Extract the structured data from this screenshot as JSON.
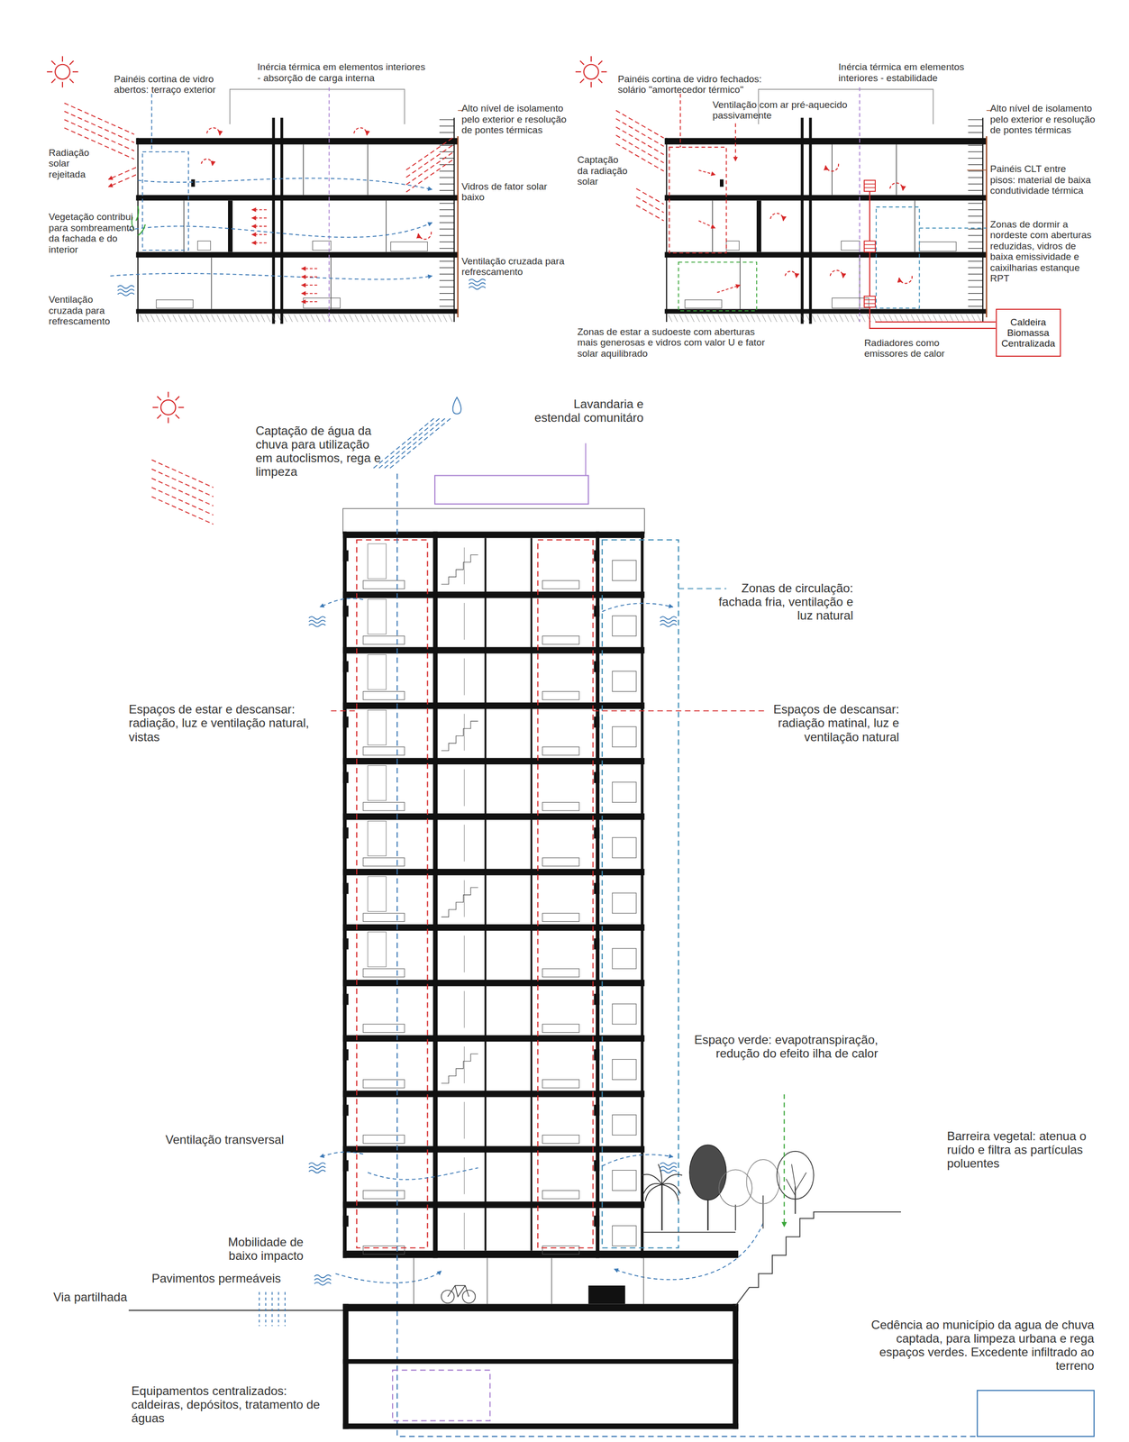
{
  "diagram": {
    "nodes": [
      {
        "text": [
          "Caldeira Biomassa Centralizada"
        ]
      }
    ],
    "labels": [
      "Painéis cortina de vidro abertos: terraço exterior",
      "Inércia térmica em elementos interiores - absorção de carga interna",
      "Radiação solar rejeitada",
      "Alto nível de isolamento pelo exterior e resolução de pontes térmicas",
      "Vidros de fator solar baixo",
      "Vegetação contribui para sombreamento da fachada e do interior",
      "Ventilação cruzada para refrescamento",
      "Ventilação cruzada para refrescamento",
      "Painéis cortina de vidro fechados: solário \"amortecedor térmico\"",
      "Inércia térmica em elementos interiores - estabilidade",
      "Ventilação com ar pré-aquecido passivamente",
      "Alto nível de isolamento pelo exterior e resolução de pontes térmicas",
      "Captação da radiação solar",
      "Painéis CLT entre pisos: material de baixa condutividade térmica",
      "Zonas de dormir a nordeste com aberturas reduzidas, vidros de baixa emissividade e caixilharias estanque RPT",
      "Zonas de estar a sudoeste com aberturas mais generosas e vidros com valor U e fator solar aquilibrado",
      "Radiadores como emissores de calor",
      "Lavandaria e estendal comunitáro",
      "Captação de água da chuva para utilização em autoclismos, rega e limpeza",
      "Zonas de circulação: fachada fria, ventilação e luz natural",
      "Espaços de estar e descansar: radiação, luz e ventilação natural, vistas",
      "Espaços de descansar: radiação matinal, luz e ventilação natural",
      "Espaço verde: evapotranspiração, redução do efeito ilha de calor",
      "Barreira vegetal: atenua o ruído e filtra as partículas poluentes",
      "Ventilação transversal",
      "Mobilidade de baixo impacto",
      "Pavimentos permeáveis",
      "Via partilhada",
      "Cedência ao município da agua de chuva captada, para limpeza urbana e rega espaços verdes. Excedente infiltrado ao terreno",
      "Equipamentos centralizados: caldeiras, depósitos, tratamento de águas"
    ]
  }
}
